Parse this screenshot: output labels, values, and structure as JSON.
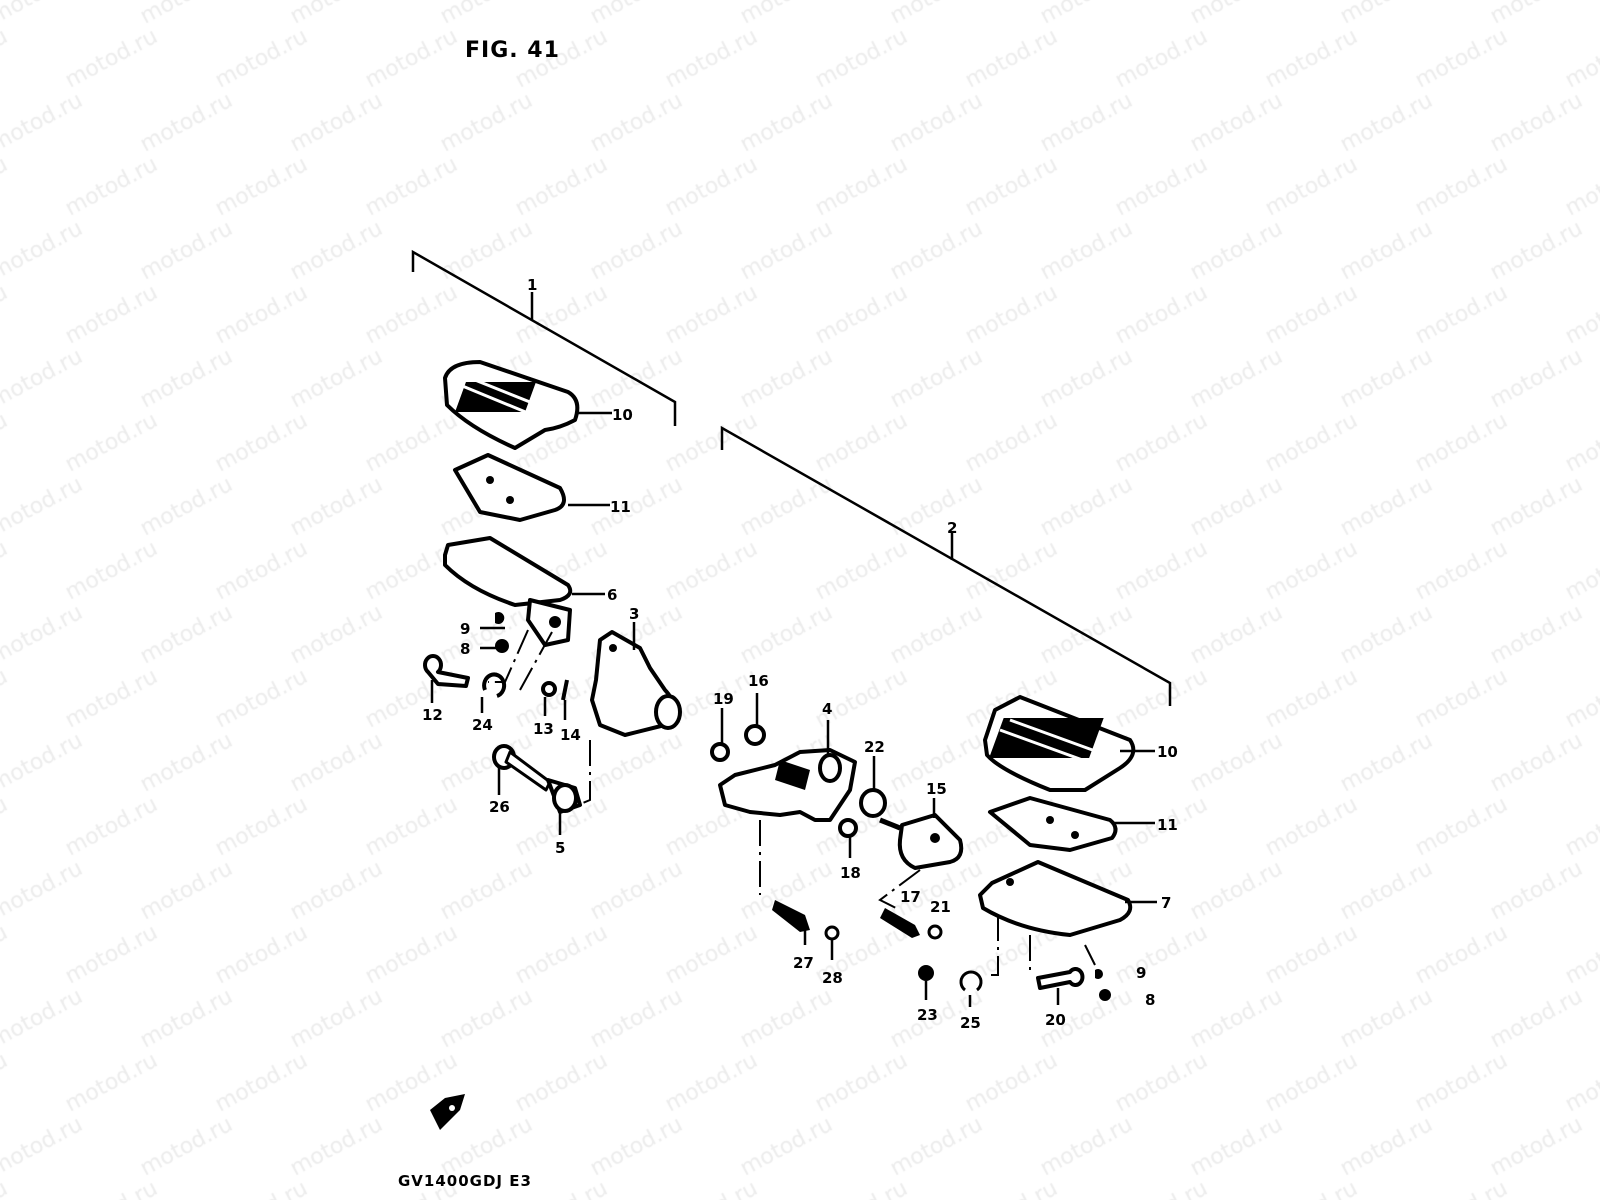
{
  "figure_title": "FIG. 41",
  "model_code": "GV1400GDJ  E3",
  "watermark": "motod.ru",
  "callouts": {
    "assembly_left": "1",
    "assembly_right": "2",
    "l10": "10",
    "l11": "11",
    "l6": "6",
    "l3": "3",
    "l9": "9",
    "l8": "8",
    "l12": "12",
    "l24": "24",
    "l13": "13",
    "l14": "14",
    "l26": "26",
    "l5": "5",
    "r10": "10",
    "r11": "11",
    "r7": "7",
    "r19": "19",
    "r16": "16",
    "r4": "4",
    "r22": "22",
    "r15": "15",
    "r18": "18",
    "r17": "17",
    "r21": "21",
    "r27": "27",
    "r28": "28",
    "r23": "23",
    "r25": "25",
    "r20": "20",
    "r9": "9",
    "r8": "8"
  }
}
